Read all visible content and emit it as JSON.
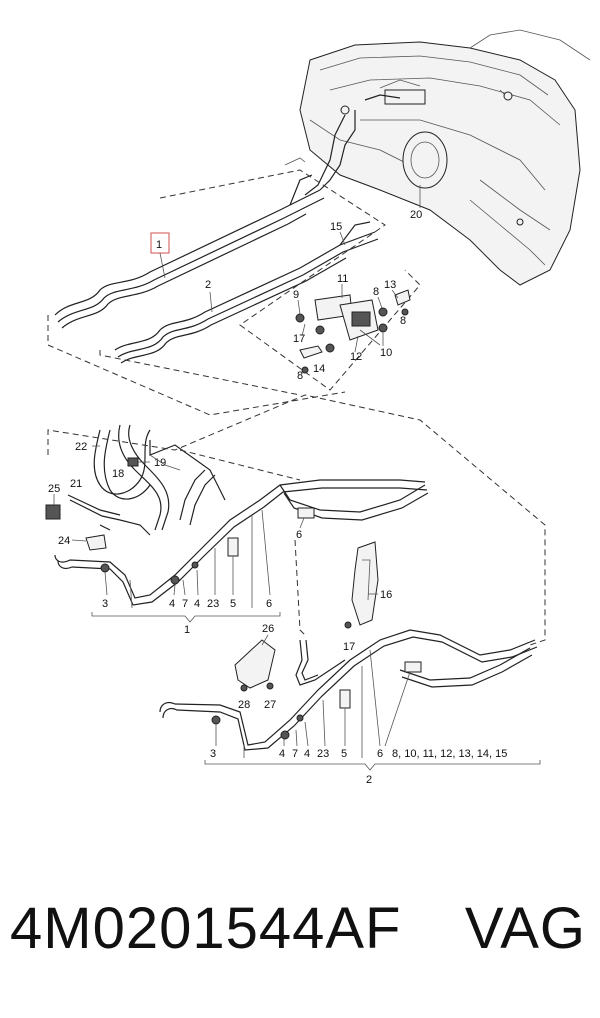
{
  "labels": {
    "l1_top": "1",
    "l2_top": "2",
    "l15": "15",
    "l11": "11",
    "l9": "9",
    "l13": "13",
    "l8a": "8",
    "l8b": "8",
    "l8c": "8",
    "l17a": "17",
    "l14": "14",
    "l12": "12",
    "l10": "10",
    "l20": "20",
    "l22": "22",
    "l18": "18",
    "l19": "19",
    "l21": "21",
    "l25": "25",
    "l24": "24",
    "l6a": "6",
    "l16": "16",
    "l17b": "17",
    "r1_3": "3",
    "r1_4a": "4",
    "r1_7": "7",
    "r1_4b": "4",
    "r1_23": "23",
    "r1_5": "5",
    "r1_6": "6",
    "g1": "1",
    "l26": "26",
    "l28": "28",
    "l27": "27",
    "r2_3": "3",
    "r2_4a": "4",
    "r2_7": "7",
    "r2_4b": "4",
    "r2_23": "23",
    "r2_5": "5",
    "r2_6": "6",
    "r2_list": "8, 10, 11, 12, 13, 14, 15",
    "g2": "2"
  },
  "footer": {
    "part_number": "4M0201544AF",
    "brand": "VAG"
  }
}
